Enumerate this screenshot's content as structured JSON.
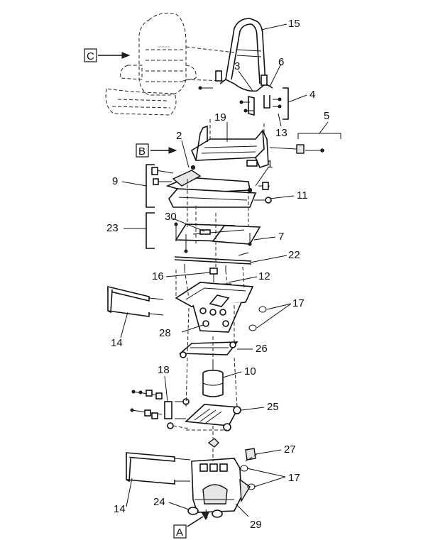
{
  "callouts": {
    "c1": "1",
    "c2": "2",
    "c3": "3",
    "c4": "4",
    "c5": "5",
    "c6": "6",
    "c7": "7",
    "c9": "9",
    "c10": "10",
    "c11": "11",
    "c12": "12",
    "c13": "13",
    "c14a": "14",
    "c14b": "14",
    "c15": "15",
    "c16": "16",
    "c17a": "17",
    "c17b": "17",
    "c18": "18",
    "c19": "19",
    "c22": "22",
    "c23": "23",
    "c24": "24",
    "c25": "25",
    "c26": "26",
    "c27": "27",
    "c28": "28",
    "c29": "29",
    "c30": "30"
  },
  "view_labels": {
    "a": "A",
    "b": "B",
    "c": "C"
  }
}
